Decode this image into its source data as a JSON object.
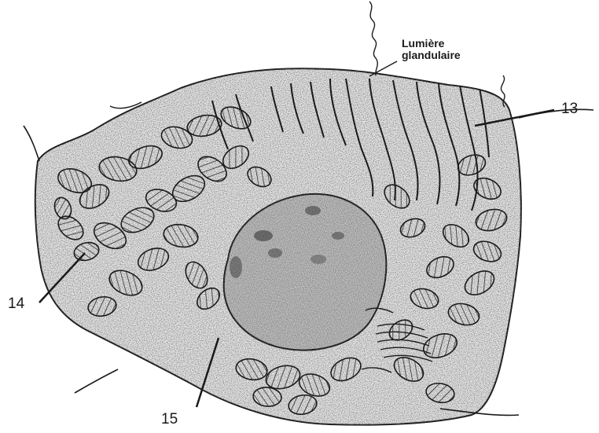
{
  "labels": {
    "lumen_line1": "Lumière",
    "lumen_line2": "glandulaire",
    "n13": "13",
    "n14": "14",
    "n15": "15"
  },
  "colors": {
    "ink": "#1a1a1a",
    "stipple": "#3a3a3a",
    "background": "#ffffff"
  }
}
